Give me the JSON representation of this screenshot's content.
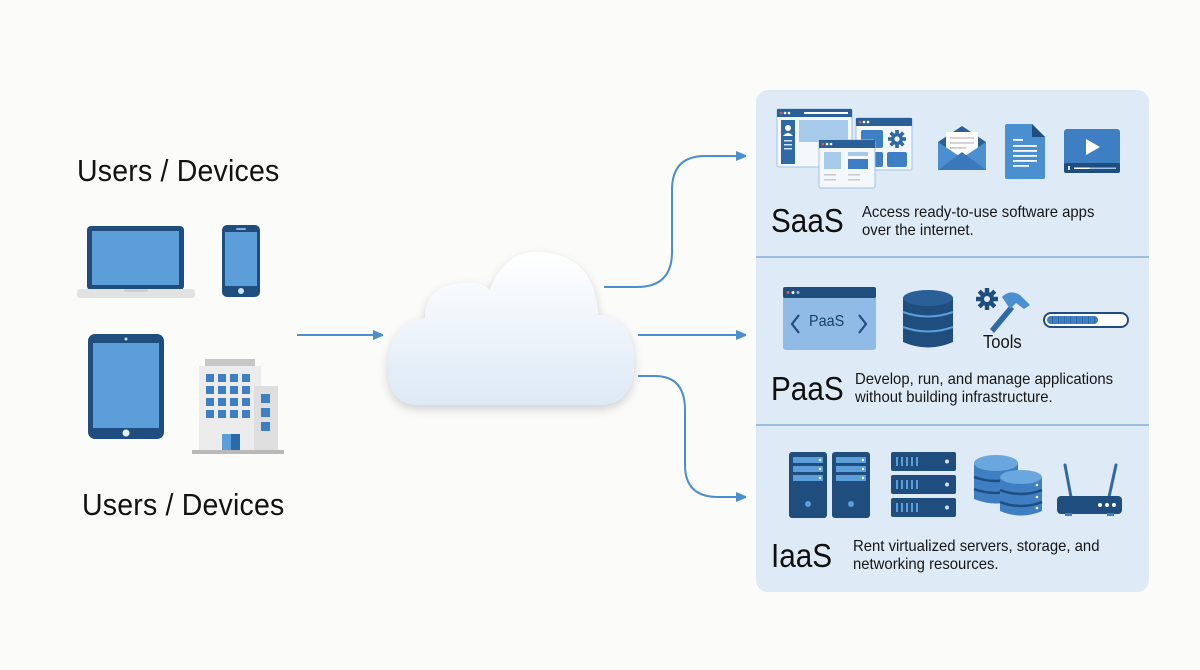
{
  "left": {
    "top_heading": "Users / Devices",
    "bottom_heading": "Users / Devices",
    "devices": [
      "laptop-icon",
      "smartphone-icon",
      "tablet-icon",
      "office-building-icon"
    ]
  },
  "center": {
    "icon": "cloud-icon"
  },
  "arrows": {
    "input": "devices-to-cloud",
    "outputs": [
      "cloud-to-saas",
      "cloud-to-paas",
      "cloud-to-iaas"
    ]
  },
  "colors": {
    "accent": "#4a8fcf",
    "dark_blue": "#1f4e7e",
    "mid_blue": "#3d7fc2",
    "light_blue": "#5b9ed9",
    "panel_bg": "#deeaf5",
    "divider": "#9bbfe0"
  },
  "tiers": [
    {
      "name": "SaaS",
      "description_line1": "Access ready-to-use software apps",
      "description_line2": "over the internet.",
      "icons": [
        "web-app-windows-icon",
        "email-icon",
        "document-icon",
        "video-player-icon"
      ]
    },
    {
      "name": "PaaS",
      "description_line1": "Develop, run, and manage applications",
      "description_line2": "without building infrastructure.",
      "code_window_label": "PaaS",
      "tools_label": "Tools",
      "build_progress": 0.65,
      "icons": [
        "code-window-icon",
        "database-icon",
        "gear-hammer-icon",
        "progress-bar"
      ]
    },
    {
      "name": "IaaS",
      "description_line1": "Rent virtualized servers, storage, and",
      "description_line2": "networking resources.",
      "icons": [
        "tower-server-icon",
        "tower-server-icon",
        "rack-server-icon",
        "storage-cylinders-icon",
        "router-icon"
      ]
    }
  ]
}
